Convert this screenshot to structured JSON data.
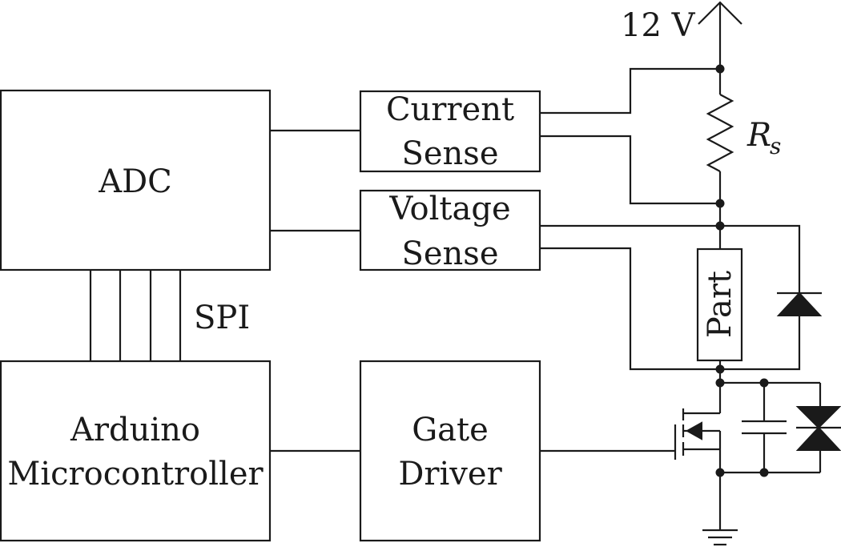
{
  "diagram": {
    "supply_label": "12 V",
    "blocks": {
      "adc": "ADC",
      "current_sense": [
        "Current",
        "Sense"
      ],
      "voltage_sense": [
        "Voltage",
        "Sense"
      ],
      "arduino": [
        "Arduino",
        "Microcontroller"
      ],
      "gate_driver": [
        "Gate",
        "Driver"
      ],
      "part": "Part"
    },
    "bus_label": "SPI",
    "resistor_label": {
      "symbol": "R",
      "subscript": "s"
    }
  }
}
